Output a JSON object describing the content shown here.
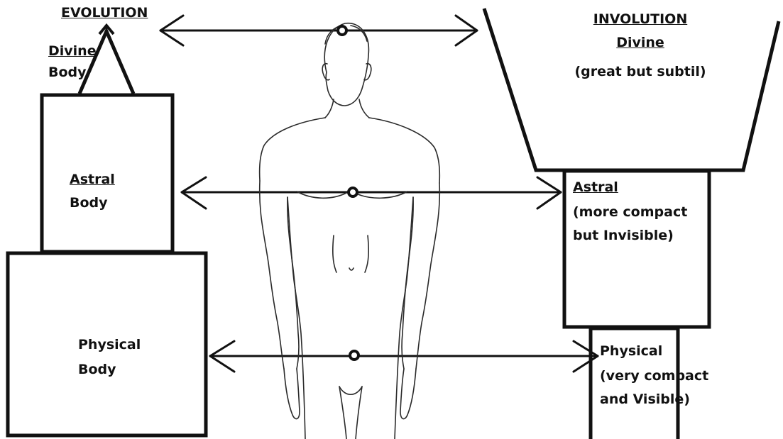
{
  "evolution": {
    "heading": "EVOLUTION",
    "divine_title": "Divine",
    "divine_sub": "Body",
    "astral_title": "Astral",
    "astral_sub": "Body",
    "physical_title": "Physical",
    "physical_sub": "Body"
  },
  "involution": {
    "heading": "INVOLUTION",
    "divine_title": "Divine",
    "divine_note": "(great but subtil)",
    "astral_title": "Astral",
    "astral_note_1": "(more compact",
    "astral_note_2": "but Invisible)",
    "physical_title": "Physical",
    "physical_note_1": "(very compact",
    "physical_note_2": "and Visible)"
  },
  "colors": {
    "ink": "#111111",
    "figure_line": "#2a2a2a",
    "background": "#ffffff"
  }
}
